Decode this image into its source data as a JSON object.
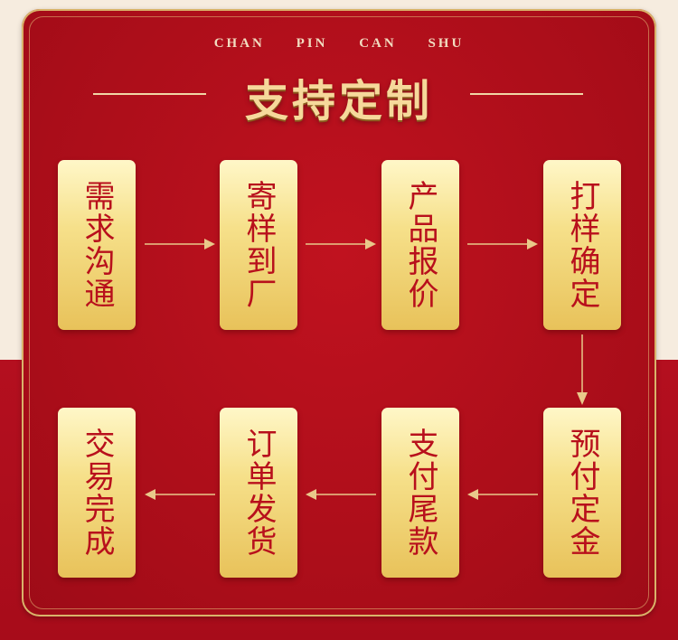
{
  "header": {
    "pinyin": [
      "CHAN",
      "PIN",
      "CAN",
      "SHU"
    ],
    "title": "支持定制"
  },
  "steps": [
    "需求沟通",
    "寄样到厂",
    "产品报价",
    "打样确定",
    "预付定金",
    "支付尾款",
    "订单发货",
    "交易完成"
  ],
  "colors": {
    "background_red": "#b40f1f",
    "panel_red": "#c0121f",
    "gold": "#f6d99b",
    "card_text": "#b8101c",
    "cream": "#f6ecdf"
  }
}
